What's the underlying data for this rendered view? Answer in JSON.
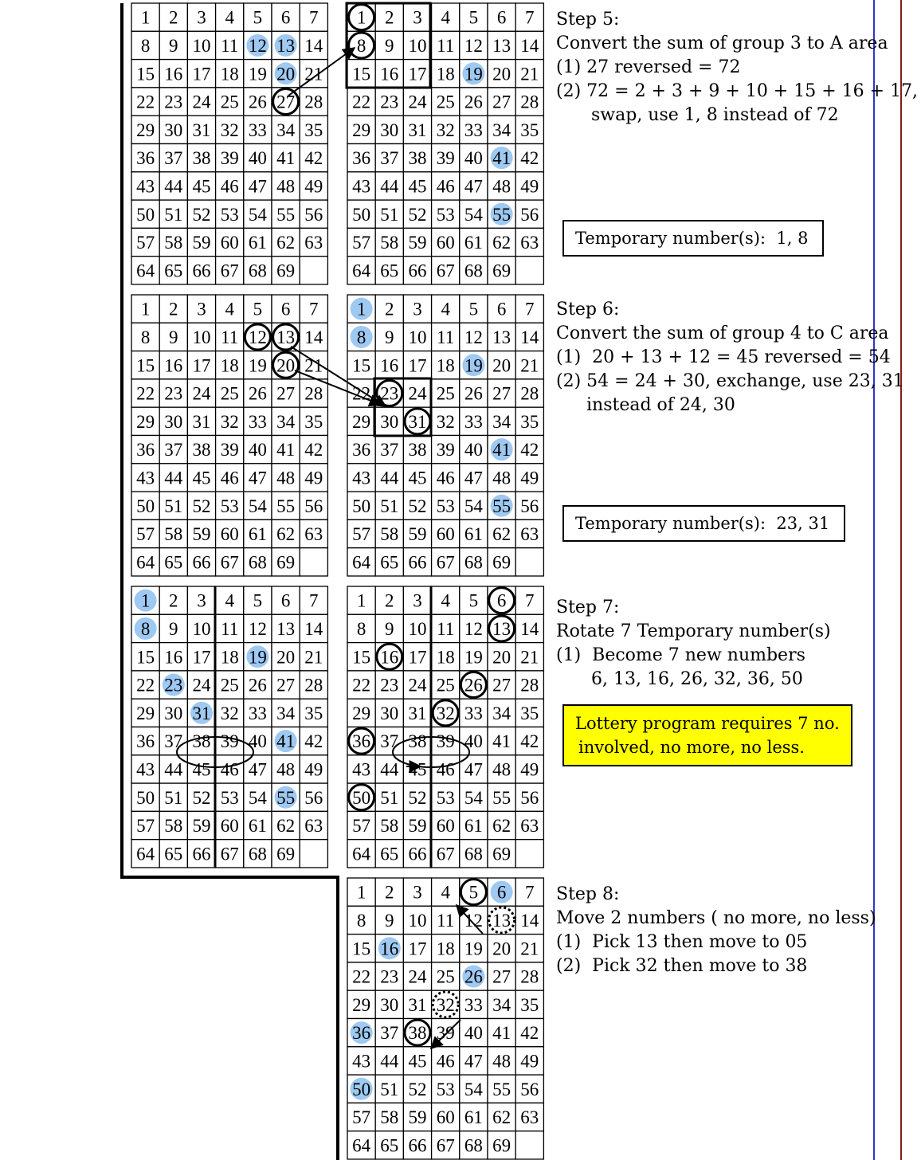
{
  "steps": {
    "s5": {
      "title": "Step 5:",
      "line1": "Convert the sum of group 3 to A area",
      "line2": "(1) 27 reversed = 72",
      "line3": "(2) 72 = 2 + 3 + 9 + 10 + 15 + 16 + 17,",
      "line4": "swap, use 1, 8 instead of 72",
      "box": "Temporary number(s):  1, 8"
    },
    "s6": {
      "title": "Step 6:",
      "line1": "Convert the sum of group 4 to C area",
      "line2": "(1)  20 + 13 + 12 = 45 reversed = 54",
      "line3": "(2) 54 = 24 + 30, exchange, use 23, 31",
      "line4": "instead of 24, 30",
      "box": "Temporary number(s):  23, 31"
    },
    "s7": {
      "title": "Step 7:",
      "line1": "Rotate 7 Temporary number(s)",
      "line2": "(1)  Become 7 new numbers",
      "line3": "6, 13, 16, 26, 32, 36, 50",
      "box_line1": "Lottery program requires 7 no.",
      "box_line2": "involved, no more, no less."
    },
    "s8": {
      "title": "Step 8:",
      "line1": "Move 2 numbers ( no more, no less)",
      "line2": "(1)  Pick 13 then move to 05",
      "line3": "(2)  Pick 32 then move to 38"
    }
  },
  "grids": [
    {
      "name": "step5-left",
      "highlight": [
        12,
        13,
        20
      ],
      "circles": [
        27
      ],
      "dotted": []
    },
    {
      "name": "step5-right",
      "highlight": [
        19,
        41,
        55
      ],
      "circles": [
        1,
        8
      ],
      "dotted": []
    },
    {
      "name": "step6-left",
      "highlight": [],
      "circles": [
        12,
        13,
        20
      ],
      "dotted": []
    },
    {
      "name": "step6-right",
      "highlight": [
        1,
        8,
        19,
        41,
        55
      ],
      "circles": [
        23,
        31
      ],
      "dotted": []
    },
    {
      "name": "step7-left",
      "highlight": [
        1,
        8,
        19,
        23,
        31,
        41,
        55
      ],
      "circles": [],
      "dotted": []
    },
    {
      "name": "step7-right",
      "highlight": [],
      "circles": [
        6,
        13,
        16,
        26,
        32,
        36,
        50
      ],
      "dotted": []
    },
    {
      "name": "step8",
      "highlight": [
        6,
        16,
        26,
        36,
        50
      ],
      "circles": [
        5,
        38
      ],
      "dotted": [
        13,
        32
      ]
    }
  ],
  "colors": {
    "highlight": "#9ec9f2",
    "note_yellow": "#ffff00",
    "line_blue": "#3333cc",
    "line_red": "#8b1a1a"
  }
}
